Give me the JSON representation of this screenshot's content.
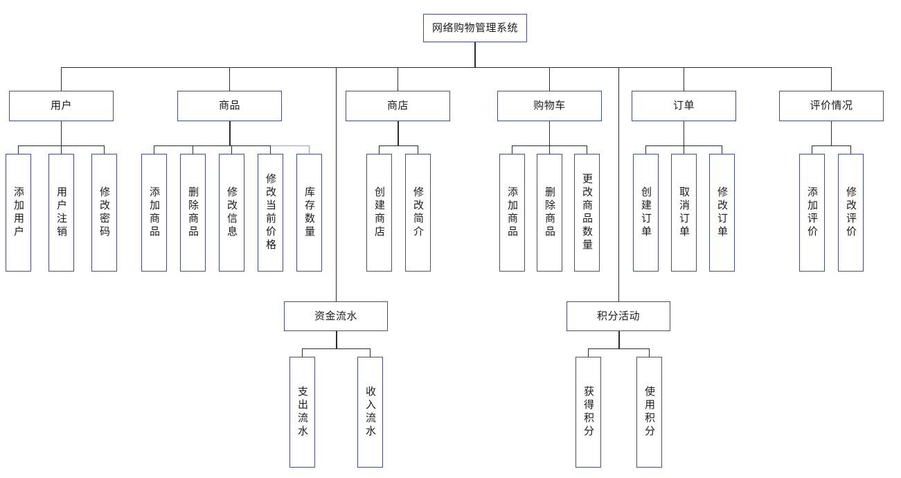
{
  "diagram": {
    "type": "org-chart",
    "title": "网络购物管理系统",
    "colors": {
      "box_border": "#43517d",
      "connector": "#2b2b2b",
      "connector_faint": "#9aa0ad",
      "background": "#ffffff",
      "text": "#1a1a1a"
    },
    "root": {
      "label": "网络购物管理系统"
    },
    "branches": [
      {
        "label": "用户",
        "children": [
          {
            "label": "添加用户"
          },
          {
            "label": "用户注销"
          },
          {
            "label": "修改密码"
          }
        ]
      },
      {
        "label": "商品",
        "children": [
          {
            "label": "添加商品"
          },
          {
            "label": "删除商品"
          },
          {
            "label": "修改信息"
          },
          {
            "label": "修改当前价格"
          },
          {
            "label": "库存数量"
          }
        ]
      },
      {
        "label": "商店",
        "children": [
          {
            "label": "创建商店"
          },
          {
            "label": "修改简介"
          }
        ]
      },
      {
        "label": "购物车",
        "children": [
          {
            "label": "添加商品"
          },
          {
            "label": "删除商品"
          },
          {
            "label": "更改商品数量"
          }
        ]
      },
      {
        "label": "订单",
        "children": [
          {
            "label": "创建订单"
          },
          {
            "label": "取消订单"
          },
          {
            "label": "修改订单"
          }
        ]
      },
      {
        "label": "评价情况",
        "children": [
          {
            "label": "添加评价"
          },
          {
            "label": "修改评价"
          }
        ]
      }
    ],
    "sub_branches": [
      {
        "label": "资金流水",
        "children": [
          {
            "label": "支出流水"
          },
          {
            "label": "收入流水"
          }
        ]
      },
      {
        "label": "积分活动",
        "children": [
          {
            "label": "获得积分"
          },
          {
            "label": "使用积分"
          }
        ]
      }
    ]
  }
}
